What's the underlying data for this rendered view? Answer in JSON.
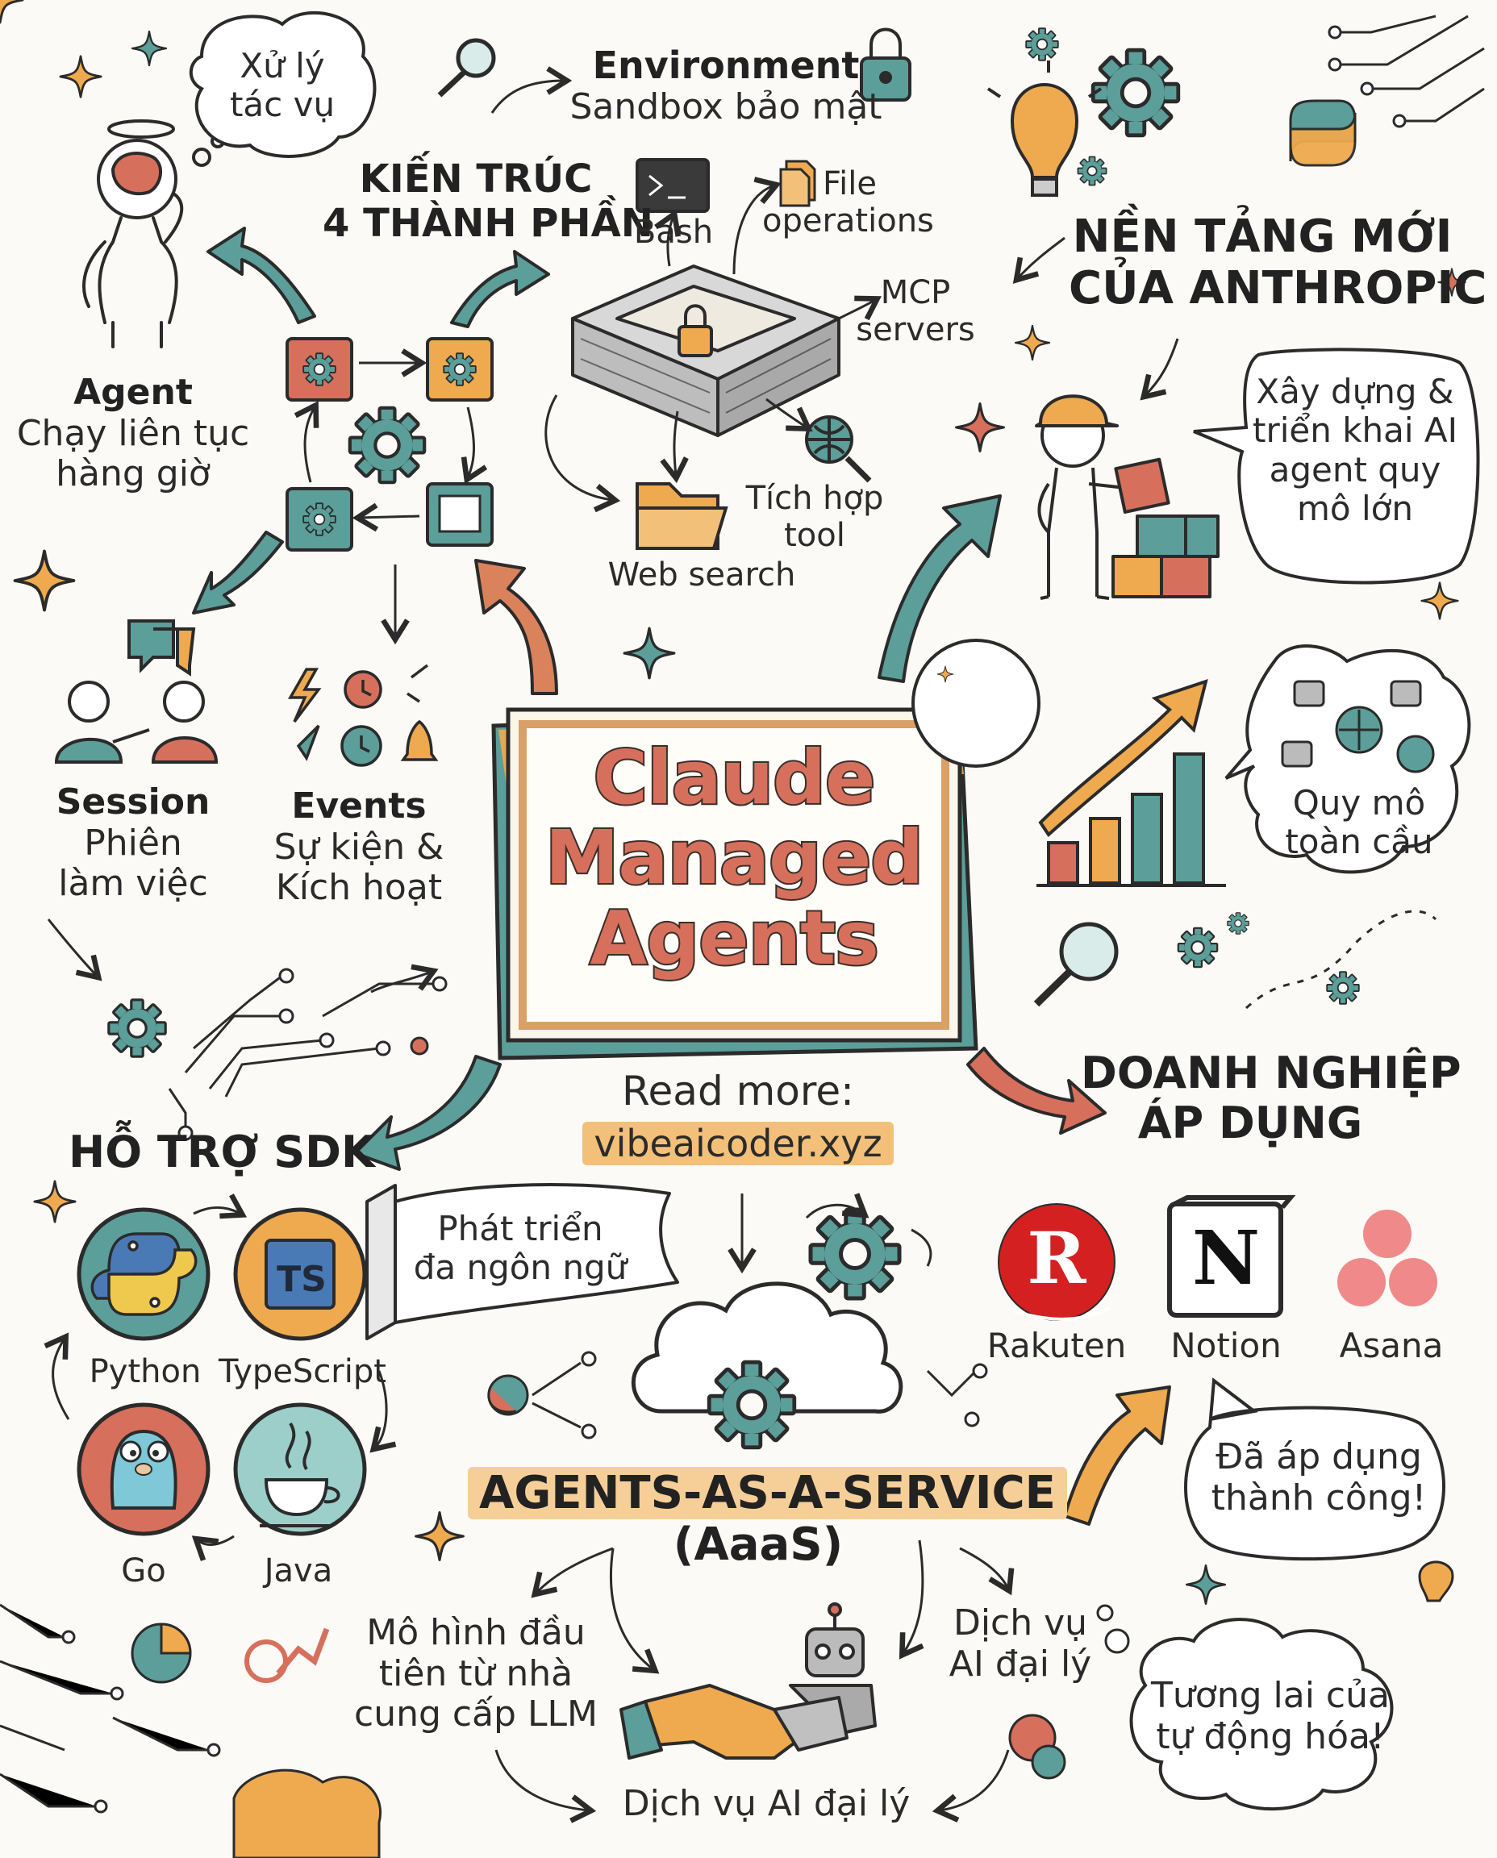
{
  "title_lines": [
    "Claude",
    "Managed",
    "Agents"
  ],
  "read_more": {
    "label": "Read more:",
    "url": "vibeaicoder.xyz"
  },
  "architecture": {
    "line1": "KIẾN TRÚC",
    "line2": "4 THÀNH PHẦN"
  },
  "thought_bubble": {
    "line1": "Xử lý",
    "line2": "tác vụ"
  },
  "agent": {
    "heading": "Agent",
    "line1": "Chạy liên tục",
    "line2": "hàng giờ"
  },
  "environment": {
    "heading": "Environment",
    "subtitle": "Sandbox bảo mật"
  },
  "tools": {
    "bash": "Bash",
    "file_ops": {
      "line1": "File",
      "line2": "operations"
    },
    "mcp": {
      "line1": "MCP",
      "line2": "servers"
    },
    "web_search": "Web search",
    "tool_integration": {
      "line1": "Tích hợp",
      "line2": "tool"
    }
  },
  "platform": {
    "line1": "NỀN TẢNG MỚI",
    "line2": "CỦA ANTHROPIC"
  },
  "build_bubble": {
    "line1": "Xây dựng &",
    "line2": "triển khai AI",
    "line3": "agent quy",
    "line4": "mô lớn"
  },
  "global_bubble": {
    "line1": "Quy mô",
    "line2": "toàn cầu"
  },
  "session": {
    "heading": "Session",
    "line1": "Phiên",
    "line2": "làm việc"
  },
  "events": {
    "heading": "Events",
    "line1": "Sự kiện &",
    "line2": "Kích hoạt"
  },
  "sdk": {
    "heading": "HỖ TRỢ SDK",
    "banner_line1": "Phát triển",
    "banner_line2": "đa ngôn ngữ",
    "languages": [
      "Python",
      "TypeScript",
      "Go",
      "Java"
    ],
    "ts_badge": "TS"
  },
  "enterprise": {
    "line1": "DOANH NGHIỆP",
    "line2": "ÁP DỤNG",
    "companies": [
      "Rakuten",
      "Notion",
      "Asana"
    ],
    "rakuten_logo": "R",
    "notion_logo": "N",
    "success_line1": "Đã áp dụng",
    "success_line2": "thành công!"
  },
  "aaas": {
    "line1": "AGENTS-AS-A-SERVICE",
    "line2": "(AaaS)",
    "left_line1": "Mô hình đầu",
    "left_line2": "tiên từ nhà",
    "left_line3": "cung cấp LLM",
    "right_line1": "Dịch vụ",
    "right_line2": "AI đại lý",
    "bottom": "Dịch vụ AI đại lý",
    "future_line1": "Tương lai của",
    "future_line2": "tự động hóa!"
  },
  "colors": {
    "background": "#fbfaf6",
    "coral": "#d6705c",
    "teal": "#5c9e99",
    "orange": "#efa94e",
    "ink": "#2b2b2b",
    "highlight": "#f3c07a"
  }
}
